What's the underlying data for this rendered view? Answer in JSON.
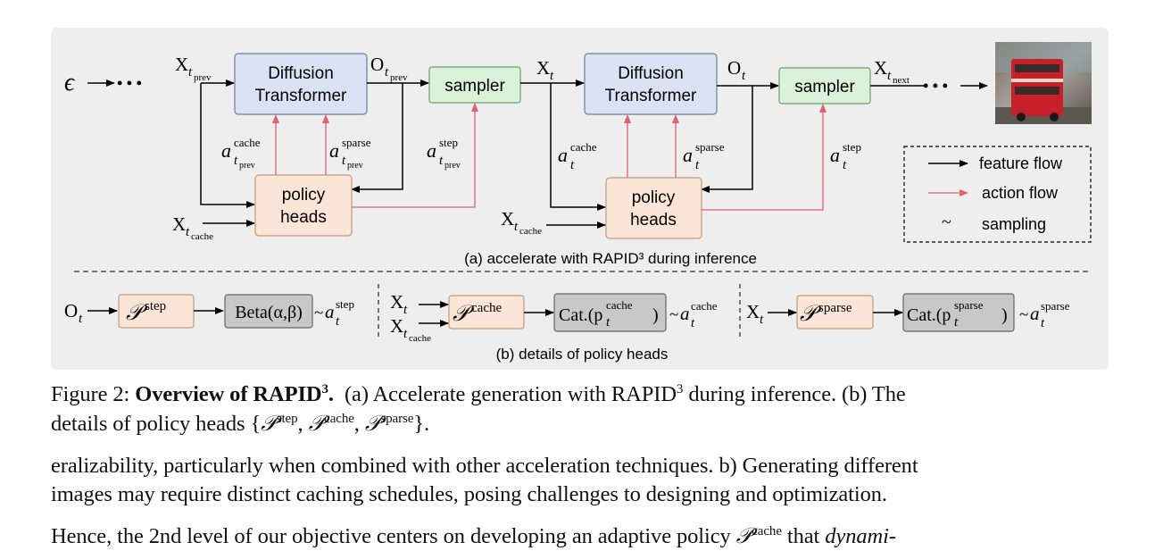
{
  "diagram": {
    "nodes": {
      "dt1_line1": "Diffusion",
      "dt1_line2": "Transformer",
      "dt2_line1": "Diffusion",
      "dt2_line2": "Transformer",
      "sampler1": "sampler",
      "sampler2": "sampler",
      "ph1_line1": "policy",
      "ph1_line2": "heads",
      "ph2_line1": "policy",
      "ph2_line2": "heads"
    },
    "symbols": {
      "epsilon": "ϵ",
      "dots": "• • •",
      "X": "X",
      "O": "O",
      "a": "a",
      "t": "t",
      "tprev": "t",
      "prev": "prev",
      "cache": "cache",
      "sparse": "sparse",
      "step": "step",
      "next": "next"
    },
    "legend": {
      "feature_flow": "feature flow",
      "action_flow": "action flow",
      "sampling_symbol": "~",
      "sampling": "sampling"
    },
    "caption_a": "(a) accelerate with RAPID³ during inference",
    "caption_b": "(b) details of policy heads",
    "details": {
      "beta": "Beta(α,β)",
      "cat_cache_prefix": "Cat.(p",
      "cat_sparse_prefix": "Cat.(p",
      "tilde": "~",
      "P": "𝒫"
    },
    "colors": {
      "dt_fill": "#dae3f3",
      "dt_stroke": "#6d7fa0",
      "sampler_fill": "#d9f2d9",
      "sampler_stroke": "#6e9a6e",
      "policy_fill": "#fbe5d6",
      "policy_stroke": "#c49a7a",
      "gray_fill": "#c8c8c8",
      "action_arrow": "#e06070",
      "feature_arrow": "#000000"
    }
  },
  "caption": {
    "figure_label": "Figure 2:",
    "title": "Overview of RAPID",
    "title_sup": "3",
    "title_end": ".",
    "text_a1": "(a) Accelerate generation with RAPID",
    "text_a_sup": "3",
    "text_a2": "during inference. (b) The",
    "line2_start": "details of policy heads {",
    "line2_end": "}."
  },
  "body": {
    "line1": "eralizability, particularly when combined with other acceleration techniques. b) Generating different",
    "line2": "images may require distinct caching schedules, posing challenges to designing and optimization.",
    "line3_start": "Hence, the 2nd level of our objective centers on developing an adaptive policy",
    "line3_end": "that",
    "line3_italic": "dynami-"
  }
}
